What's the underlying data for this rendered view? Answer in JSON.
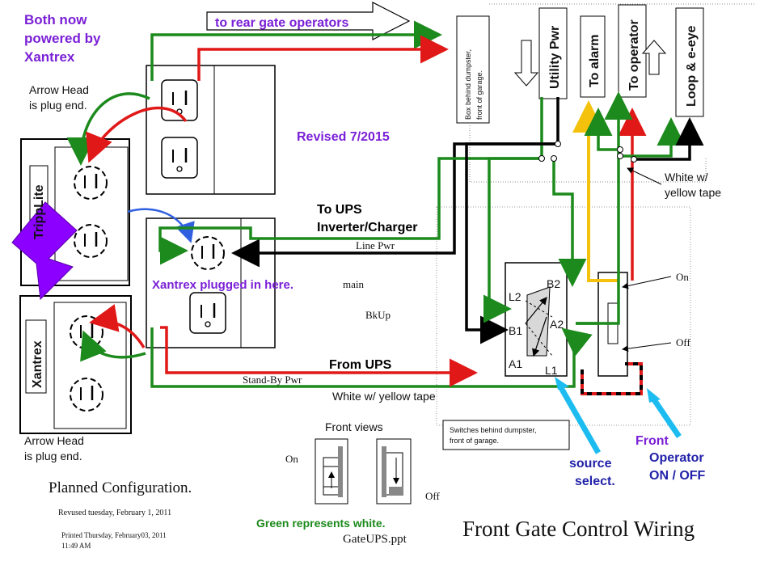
{
  "texts": {
    "both_now_1": "Both now",
    "both_now_2": "powered by",
    "both_now_3": "Xantrex",
    "arrow_head_top_1": "Arrow Head",
    "arrow_head_top_2": "is plug end.",
    "to_rear_gate": "to rear gate operators",
    "revised": "Revised 7/2015",
    "tripplite": "TrippLite",
    "xantrex_label": "Xantrex",
    "to_ups_1": "To UPS",
    "to_ups_2": "Inverter/Charger",
    "line_pwr": "Line Pwr",
    "xantrex_plugged": "Xantrex plugged in here.",
    "main": "main",
    "bkup": "BkUp",
    "from_ups": "From UPS",
    "standby_pwr": "Stand-By Pwr",
    "white_yellow_tape_bottom": "White w/ yellow tape",
    "arrow_head_bottom_1": "Arrow Head",
    "arrow_head_bottom_2": "is plug end.",
    "box_behind_1": "Box behind dumpster,",
    "box_behind_2": "front of garage.",
    "utility_pwr": "Utility Pwr",
    "to_alarm": "To alarm",
    "to_operator": "To operator",
    "loop_eeye": "Loop & e-eye",
    "white_yellow_tape_right_1": "White w/",
    "white_yellow_tape_right_2": "yellow tape",
    "switch_on": "On",
    "switch_off": "Off",
    "L2": "L2",
    "B2": "B2",
    "B1": "B1",
    "A2": "A2",
    "A1": "A1",
    "L1": "L1",
    "switches_behind_1": "Switches behind dumpster,",
    "switches_behind_2": "front of garage.",
    "front_views": "Front views",
    "fv_on": "On",
    "fv_off": "Off",
    "source_select_1": "source",
    "source_select_2": "select.",
    "front": "Front",
    "operator_1": "Operator",
    "operator_2": "ON / OFF",
    "planned": "Planned Configuration.",
    "revised_tuesday": "Revused tuesday, February 1, 2011",
    "printed_1": "Printed Thursday, February03, 2011",
    "printed_2": "11:49 AM",
    "green_represents": "Green represents white.",
    "gateups": "GateUPS.ppt",
    "title": "Front Gate Control Wiring"
  },
  "colors": {
    "green": "#1c8a1c",
    "red": "#e01818",
    "black": "#000000",
    "yellow": "#f4c20d",
    "blue_callout": "#1dbcf0",
    "purple": "#8b00ff",
    "purple_text": "#7a1fd6",
    "navy_text": "#2222aa",
    "title_text": "#111111"
  },
  "icons": [
    "outlet-icon",
    "arrow-up-icon",
    "arrow-down-icon",
    "switch-toggle-icon",
    "callout-arrow-icon"
  ]
}
